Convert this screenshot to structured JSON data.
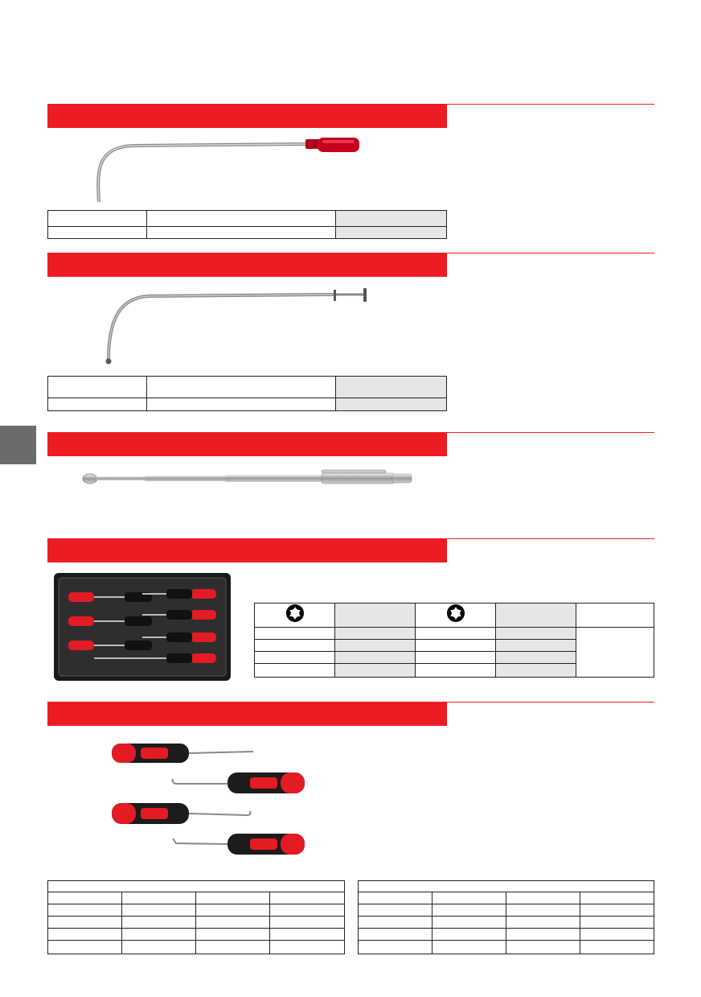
{
  "sections": [
    {
      "id": "flexible-pickup-magnet"
    },
    {
      "id": "flexible-pickup-tool"
    },
    {
      "id": "telescopic-magnet"
    },
    {
      "id": "precision-screwdriver-set"
    },
    {
      "id": "hook-and-pick-set"
    }
  ],
  "icons": {
    "section1": "flexible-magnet-tool-image",
    "section2": "flexible-grabber-tool-image",
    "section3": "telescopic-magnet-image",
    "section4": "screwdriver-set-case-image",
    "section5": "hook-pick-set-image",
    "torx_header": "torx-star-icon"
  },
  "colors": {
    "accent_red": "#ed1c24",
    "shade_grey": "#e6e6e6",
    "side_tab_grey": "#6b6b6b"
  }
}
